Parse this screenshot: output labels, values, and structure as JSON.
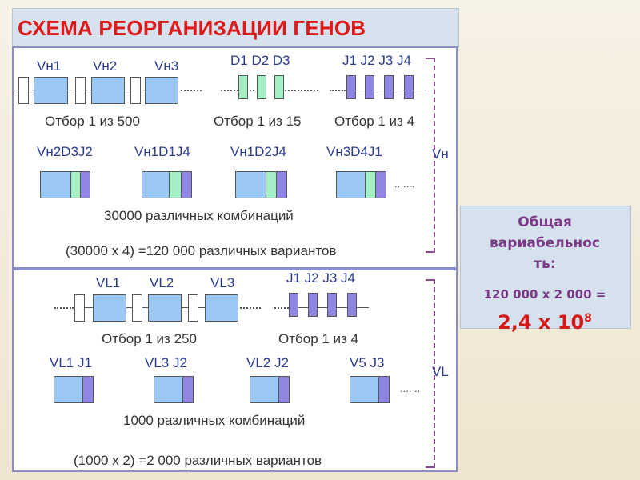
{
  "title": "СХЕМА РЕОРГАНИЗАЦИИ ГЕНОВ",
  "heavy": {
    "v_labels": [
      "Vн1",
      "Vн2",
      "Vн3"
    ],
    "d_label": "D1 D2  D3",
    "j_label": "J1  J2  J3  J4",
    "select_v": "Отбор 1 из 500",
    "select_d": "Отбор 1 из 15",
    "select_j": "Отбор 1 из 4",
    "combo_labels": [
      "Vн2D3J2",
      "Vн1D1J4",
      "Vн1D2J4",
      "Vн3D4J1"
    ],
    "combo_count": "30000 различных комбинаций",
    "variants": "(30000 х 4) =120 000 различных вариантов",
    "brace_label": "Vн"
  },
  "light": {
    "v_labels": [
      "VL1",
      "VL2",
      "VL3"
    ],
    "j_label": "J1  J2  J3  J4",
    "select_v": "Отбор 1 из 250",
    "select_j": "Отбор 1 из 4",
    "combo_labels": [
      "VL1 J1",
      "VL3 J2",
      "VL2 J2",
      "V5 J3"
    ],
    "combo_count": "1000 различных комбинаций",
    "variants": "(1000 х 2) =2 000 различных вариантов",
    "brace_label": "VL"
  },
  "summary": {
    "line1": "Общая",
    "line2": "вариабельнос",
    "line3": "ть:",
    "calc": "120 000 х 2 000 =",
    "result": "2,4 х 10",
    "exponent": "8"
  },
  "colors": {
    "title": "#e01818",
    "v_segment": "#9cc8f4",
    "d_segment": "#a4f0c4",
    "j_segment": "#8f86e4",
    "summary_text": "#7b3a86",
    "result": "#d61a1a"
  }
}
